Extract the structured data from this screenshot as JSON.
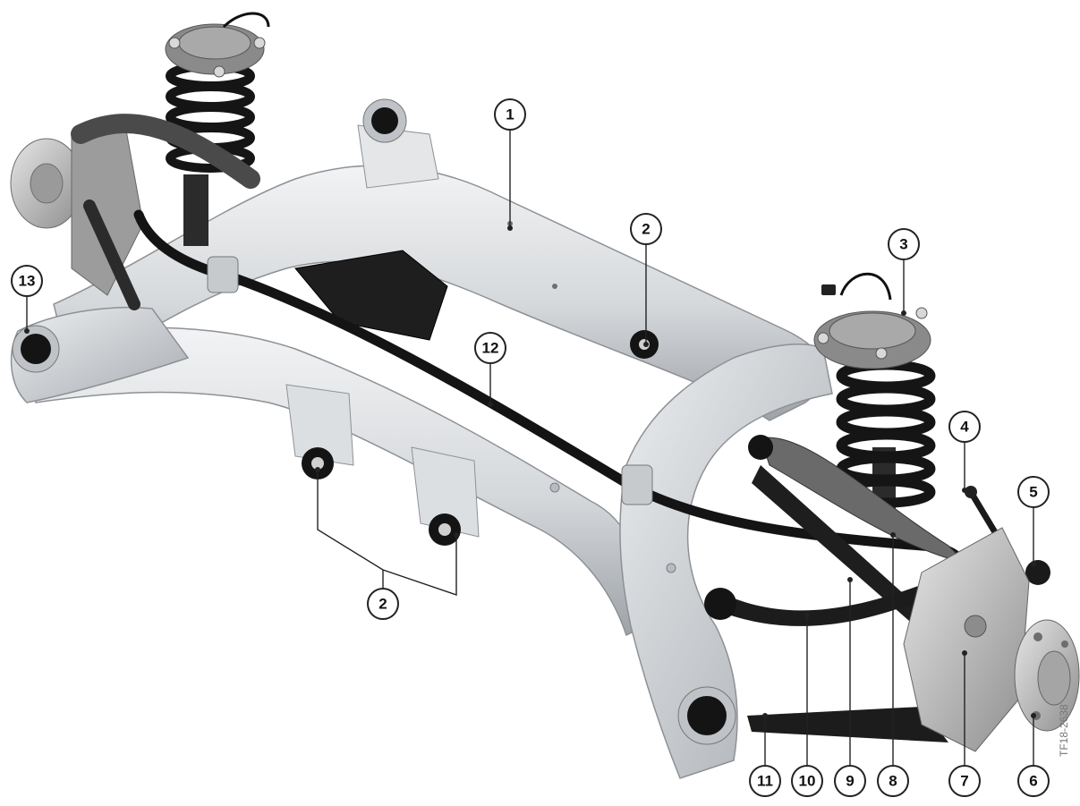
{
  "callouts": [
    "1",
    "2",
    "2",
    "3",
    "4",
    "5",
    "6",
    "7",
    "8",
    "9",
    "10",
    "11",
    "12",
    "13"
  ],
  "doc_id": "TF18-2638",
  "colors": {
    "frame": "#d9dcdf",
    "frame_shade": "#a9adb2",
    "spring": "#1b1b1b",
    "arm": "#2a2a2a",
    "hub": "#c9c9c9",
    "bushing": "#141414"
  }
}
